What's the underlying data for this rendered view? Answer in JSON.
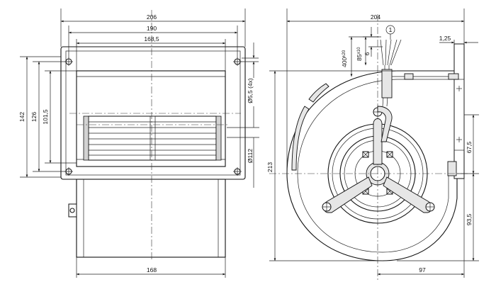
{
  "dimensions": {
    "front_view": {
      "width_206": "206",
      "width_190": "190",
      "width_168_5": "168,5",
      "bottom_168": "168",
      "height_142": "142",
      "height_126": "126",
      "height_101_5": "101,5",
      "hole": "Ø5,5 (4x)",
      "inlet": "Ø112"
    },
    "side_view": {
      "width_204": "204",
      "cable_400": "400",
      "cable_400_tol": "±20",
      "strip_85": "85",
      "strip_85_tol": "±10",
      "strip_6": "6",
      "flange_1_25": "1,25",
      "height_213": "213",
      "right_67_5": "67,5",
      "right_93_5": "93,5",
      "bottom_97": "97",
      "callout": "1"
    }
  },
  "colors": {
    "line": "#111111",
    "shade": "#e6e6e6",
    "background": "#ffffff"
  }
}
